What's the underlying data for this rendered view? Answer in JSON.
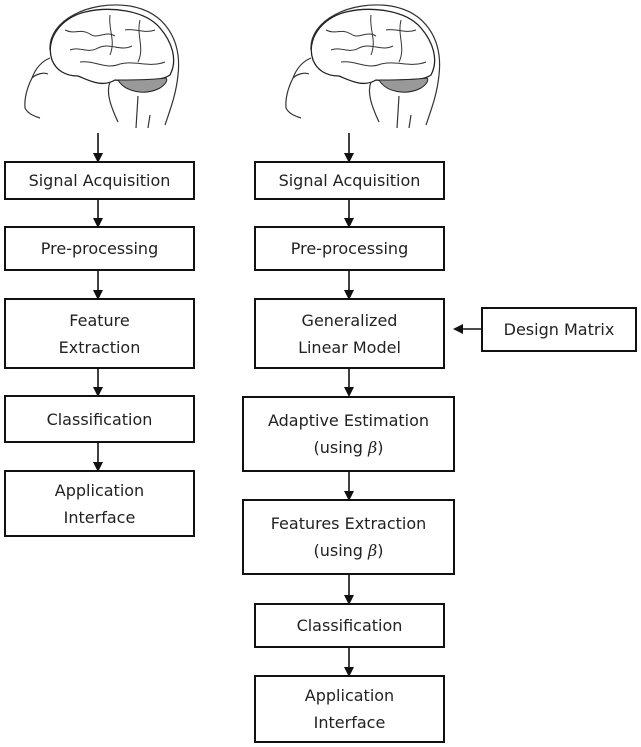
{
  "left_flow": {
    "image": "brain-head-illustration",
    "steps": [
      {
        "lines": [
          "Signal Acquisition"
        ]
      },
      {
        "lines": [
          "Pre-processing"
        ]
      },
      {
        "lines": [
          "Feature",
          "Extraction"
        ]
      },
      {
        "lines": [
          "Classification"
        ]
      },
      {
        "lines": [
          "Application",
          "Interface"
        ]
      }
    ]
  },
  "right_flow": {
    "image": "brain-head-illustration",
    "steps": [
      {
        "lines": [
          "Signal Acquisition"
        ]
      },
      {
        "lines": [
          "Pre-processing"
        ]
      },
      {
        "lines": [
          "Generalized",
          "Linear Model"
        ]
      },
      {
        "lines": [
          "Adaptive Estimation",
          "(using β)"
        ]
      },
      {
        "lines": [
          "Features Extraction",
          "(using β)"
        ]
      },
      {
        "lines": [
          "Classification"
        ]
      },
      {
        "lines": [
          "Application",
          "Interface"
        ]
      }
    ],
    "side_input": {
      "lines": [
        "Design Matrix"
      ],
      "feeds_into": "Generalized Linear Model"
    }
  }
}
